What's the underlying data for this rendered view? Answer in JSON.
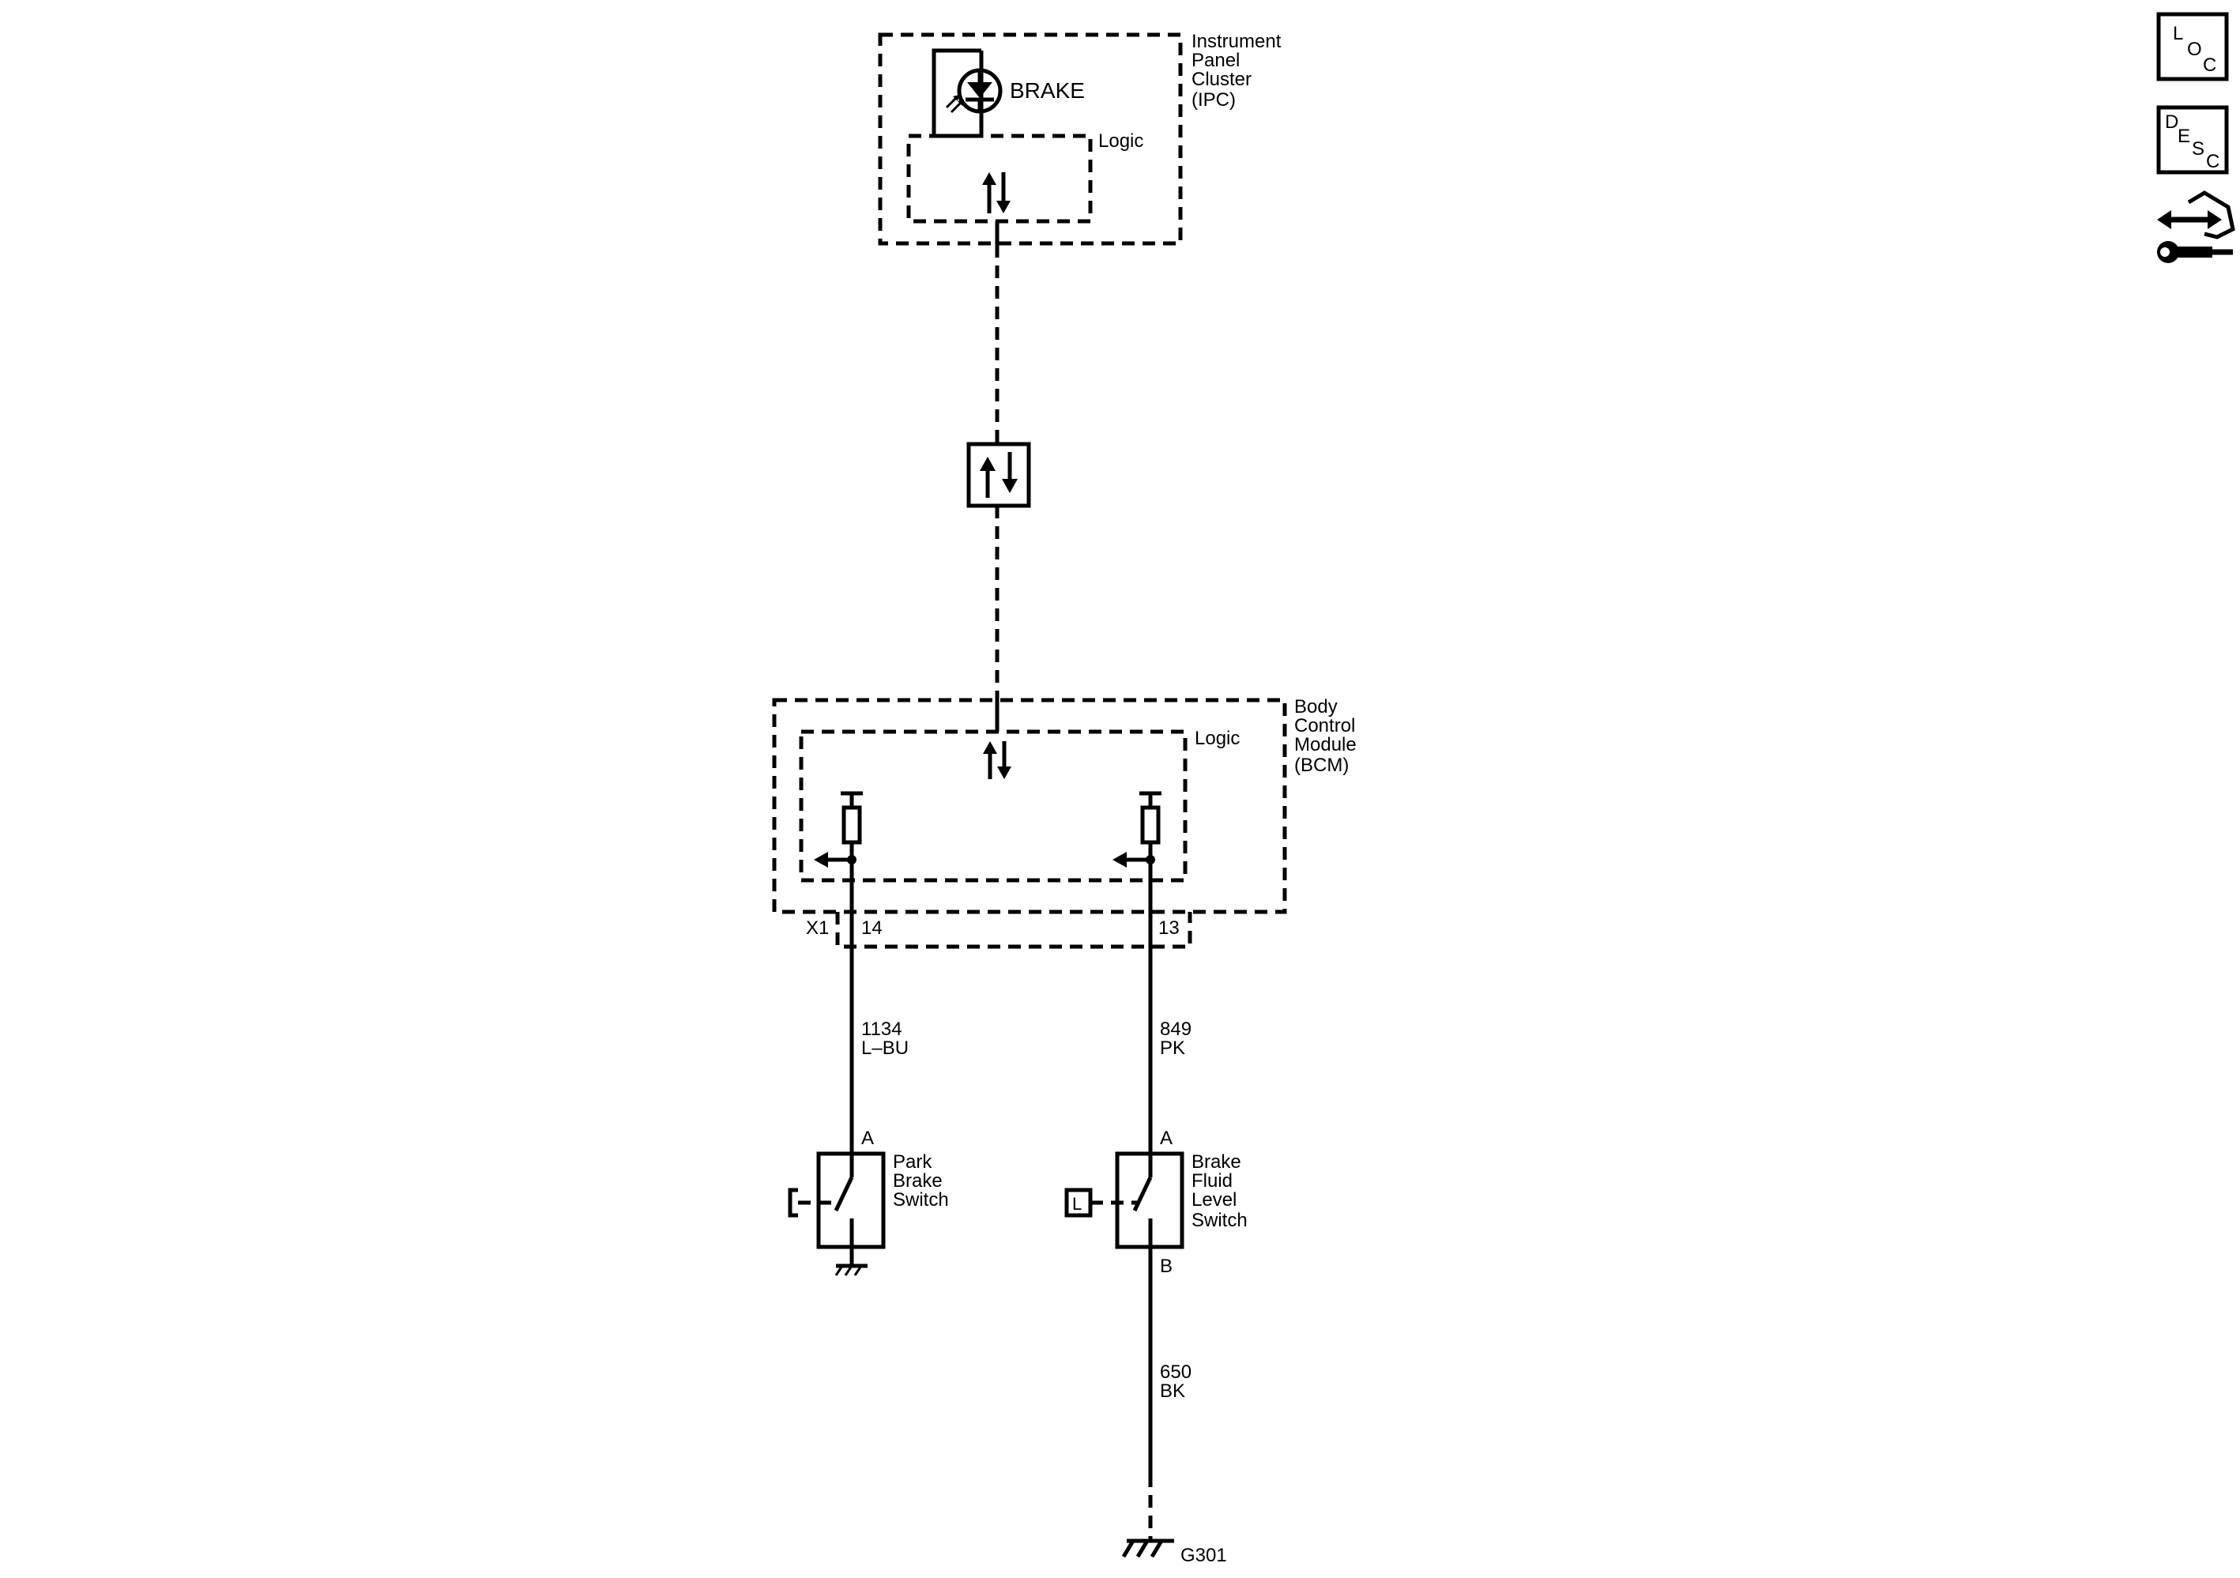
{
  "ipc": {
    "name_lines": [
      "Instrument",
      "Panel",
      "Cluster",
      "(IPC)"
    ],
    "indicator_label": "BRAKE",
    "logic_label": "Logic"
  },
  "bcm": {
    "name_lines": [
      "Body",
      "Control",
      "Module",
      "(BCM)"
    ],
    "logic_label": "Logic",
    "connector": "X1",
    "pin_left": "14",
    "pin_right": "13"
  },
  "wires": {
    "left_circuit": "1134",
    "left_color": "L–BU",
    "right_circuit": "849",
    "right_color": "PK",
    "ground_circuit": "650",
    "ground_color": "BK"
  },
  "park_brake_switch": {
    "name_lines": [
      "Park",
      "Brake",
      "Switch"
    ],
    "pin": "A"
  },
  "brake_fluid_switch": {
    "name_lines": [
      "Brake",
      "Fluid",
      "Level",
      "Switch"
    ],
    "pin_top": "A",
    "pin_bottom": "B",
    "link_label": "L"
  },
  "ground": {
    "label": "G301"
  },
  "side_icons": {
    "loc": [
      "L",
      "O",
      "C"
    ],
    "desc": [
      "D",
      "E",
      "S",
      "C"
    ],
    "third": "connector-service-icon"
  }
}
